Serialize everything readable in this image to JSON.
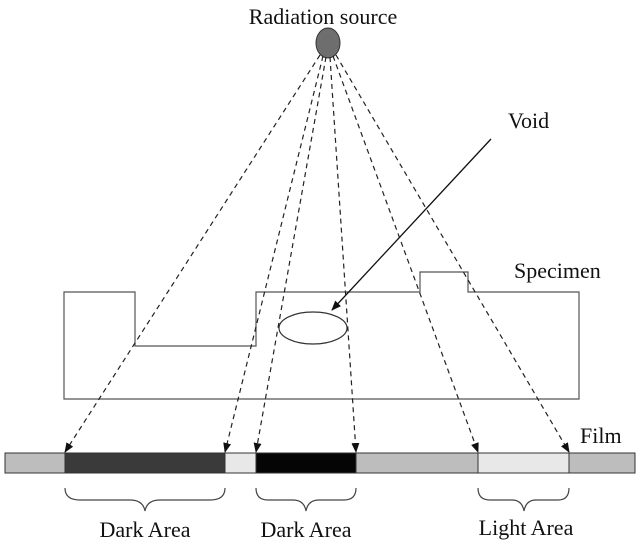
{
  "labels": {
    "source": "Radiation source",
    "void": "Void",
    "specimen": "Specimen",
    "film": "Film",
    "area_left": "Dark Area",
    "area_middle": "Dark Area",
    "area_right": "Light Area"
  },
  "colors": {
    "source_fill": "#6e6e6e",
    "film_base": "#bdbdbd",
    "dark_area_left": "#3a3a3a",
    "dark_area_middle": "#050505",
    "light_area": "#e8e8e8",
    "outline": "#333333"
  }
}
